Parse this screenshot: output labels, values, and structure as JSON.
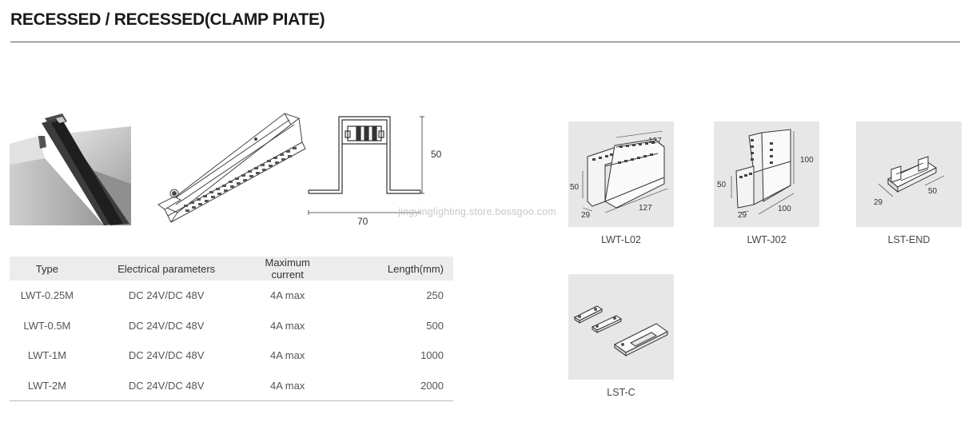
{
  "header": {
    "title": "RECESSED / RECESSED(CLAMP PIATE)"
  },
  "watermark": "jingyinglighting.store.bossgoo.com",
  "section_drawing": {
    "height_dim": "50",
    "width_dim": "70"
  },
  "specs_table": {
    "headers": [
      "Type",
      "Electrical parameters",
      "Maximum current",
      "Length(mm)"
    ],
    "rows": [
      [
        "LWT-0.25M",
        "DC 24V/DC 48V",
        "4A max",
        "250"
      ],
      [
        "LWT-0.5M",
        "DC 24V/DC 48V",
        "4A max",
        "500"
      ],
      [
        "LWT-1M",
        "DC 24V/DC 48V",
        "4A max",
        "1000"
      ],
      [
        "LWT-2M",
        "DC 24V/DC 48V",
        "4A max",
        "2000"
      ]
    ]
  },
  "accessories": [
    {
      "label": "LWT-L02",
      "dims": [
        "127",
        "50",
        "29",
        "127"
      ]
    },
    {
      "label": "LWT-J02",
      "dims": [
        "100",
        "50",
        "29",
        "100"
      ]
    },
    {
      "label": "LST-END",
      "dims": [
        "29",
        "50"
      ]
    },
    {
      "label": "LST-C",
      "dims": []
    }
  ]
}
